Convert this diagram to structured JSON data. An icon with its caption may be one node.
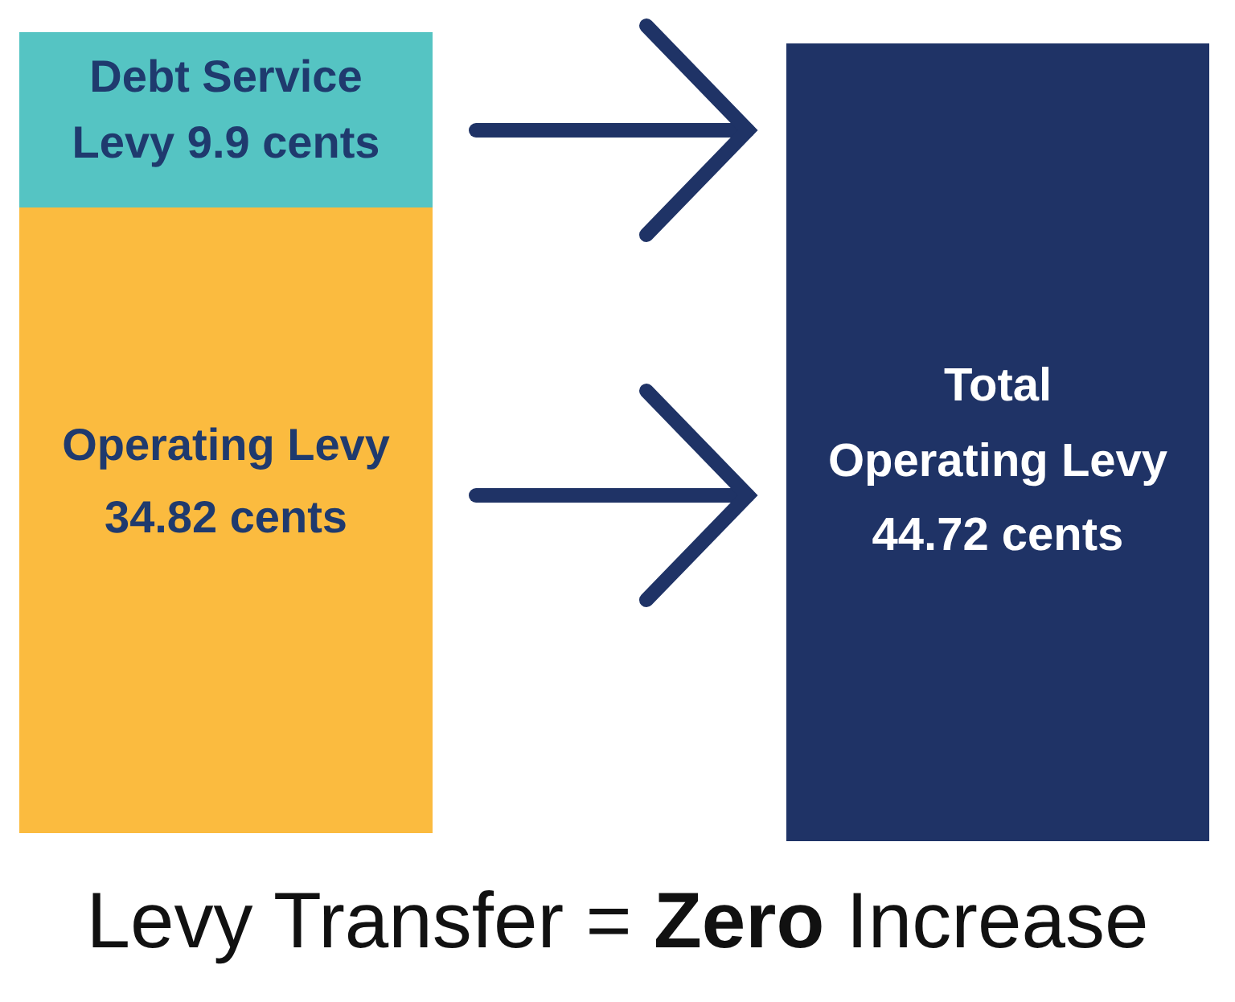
{
  "diagram": {
    "caption": "Levy Transfer = **Zero** Increase",
    "nodes": [
      {
        "text": [
          "Debt Service Levy 9.9 cents"
        ]
      },
      {
        "text": [
          "Operating Levy 34.82 cents"
        ]
      },
      {
        "text": [
          "Total",
          "Operating Levy 44.72 cents"
        ]
      }
    ],
    "edges": [
      {
        "from": 0,
        "to": 2,
        "arrow": "to"
      },
      {
        "from": 1,
        "to": 2,
        "arrow": "to"
      }
    ]
  }
}
